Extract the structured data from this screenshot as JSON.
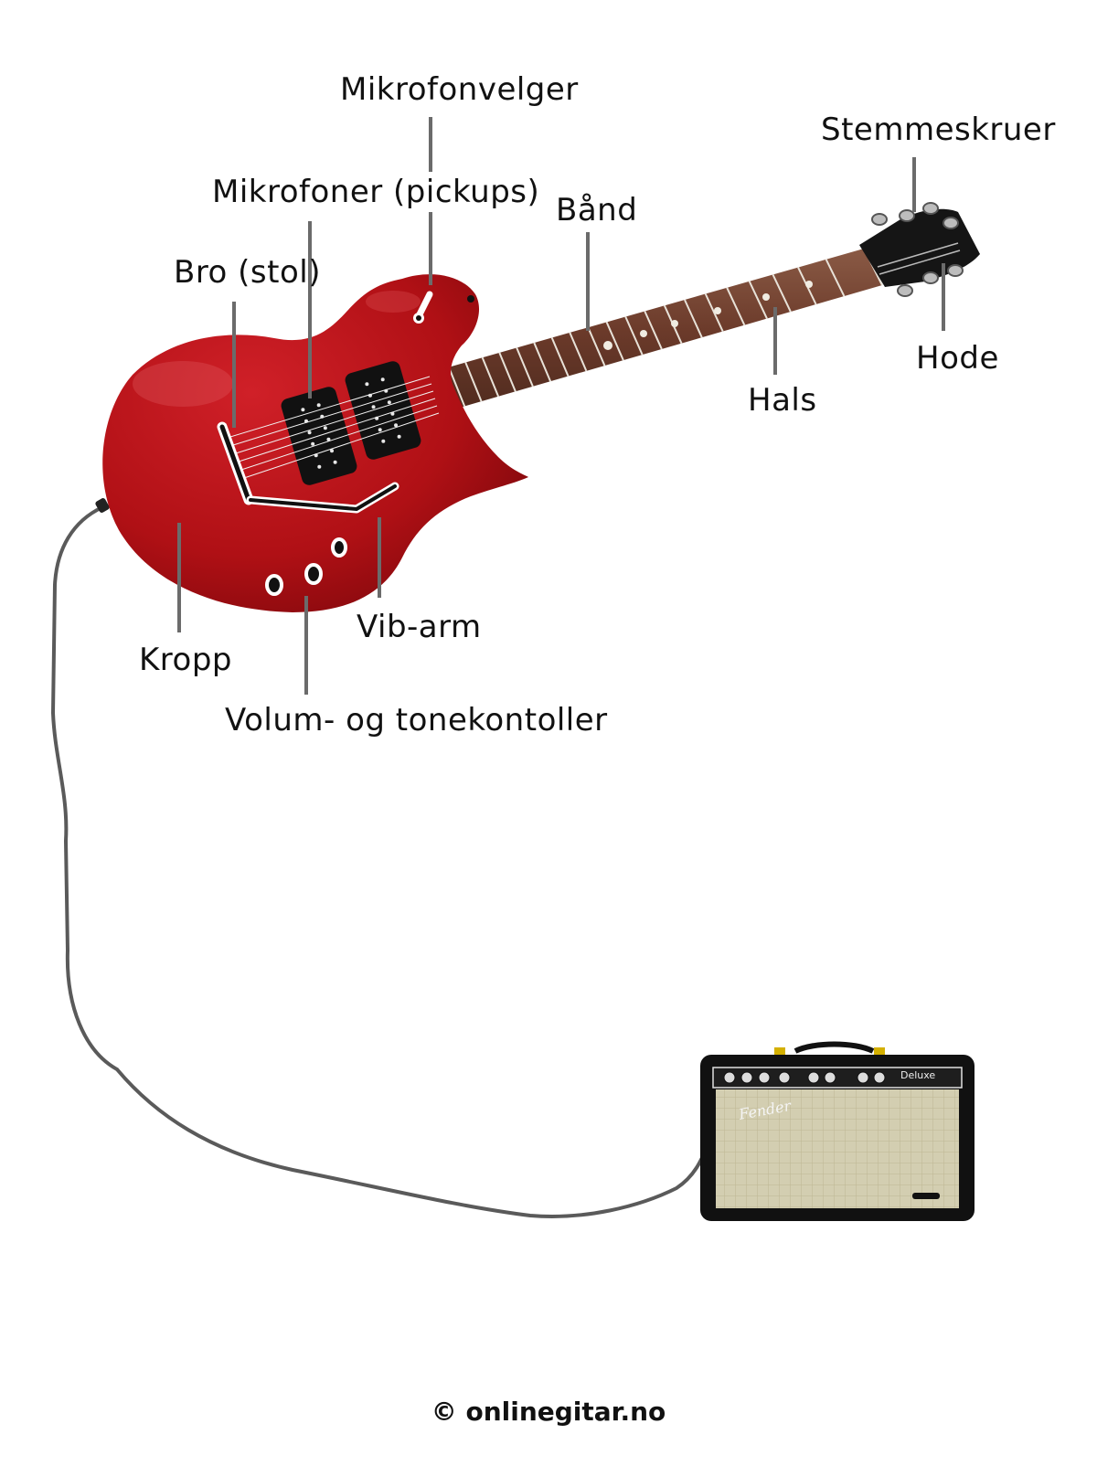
{
  "labels": {
    "mikrofonvelger": "Mikrofonvelger",
    "stemmeskruer": "Stemmeskruer",
    "mikrofoner": "Mikrofoner (pickups)",
    "band": "Bånd",
    "bro": "Bro (stol)",
    "hode": "Hode",
    "hals": "Hals",
    "vibarm": "Vib-arm",
    "kropp": "Kropp",
    "volum": "Volum- og tonekontoller"
  },
  "amp": {
    "panel_label": "Deluxe",
    "brand": "Fender"
  },
  "footer": {
    "copyright": "© onlinegitar.no"
  },
  "colors": {
    "body": "#b01015",
    "body_dark": "#7a070b",
    "fretboard": "#6b3a2a",
    "leader": "#6b6b6b",
    "cable": "#5a5a5a",
    "grill": "#d9d4b8"
  }
}
